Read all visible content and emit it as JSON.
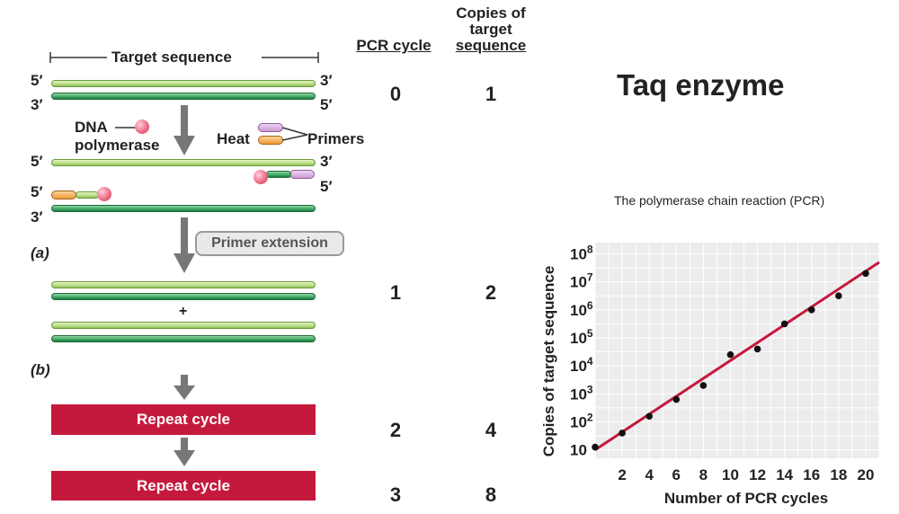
{
  "diagram": {
    "target_sequence_label": "Target sequence",
    "five_prime": "5′",
    "three_prime": "3′",
    "dna_polymerase_line1": "DNA",
    "dna_polymerase_line2": "polymerase",
    "heat_label": "Heat",
    "primers_label": "Primers",
    "panel_a": "(a)",
    "panel_b": "(b)",
    "primer_extension": "Primer extension",
    "plus": "+",
    "repeat_cycle_1": "Repeat cycle",
    "repeat_cycle_2": "Repeat cycle"
  },
  "table": {
    "col_pcr_cycle": "PCR cycle",
    "col_copies_line1": "Copies of",
    "col_copies_line2": "target",
    "col_copies_line3": "sequence",
    "rows": [
      {
        "cycle": "0",
        "copies": "1"
      },
      {
        "cycle": "1",
        "copies": "2"
      },
      {
        "cycle": "2",
        "copies": "4"
      },
      {
        "cycle": "3",
        "copies": "8"
      }
    ]
  },
  "heading": "Taq enzyme",
  "chart_caption": "The polymerase chain reaction (PCR)",
  "colors": {
    "repeat_red": "#c4193d",
    "fit_line": "#c4193d",
    "grid_bg": "#ececec"
  },
  "chart_data": {
    "type": "scatter",
    "title": "",
    "xlabel": "Number of PCR cycles",
    "ylabel": "Copies of target sequence",
    "x_ticks": [
      "2",
      "4",
      "6",
      "8",
      "10",
      "12",
      "14",
      "16",
      "18",
      "20"
    ],
    "y_ticks": [
      "10",
      "10^2",
      "10^3",
      "10^4",
      "10^5",
      "10^6",
      "10^7",
      "10^8"
    ],
    "y_scale": "log",
    "xlim": [
      0,
      21
    ],
    "ylim_exp": [
      0.7,
      8.4
    ],
    "grid": true,
    "points": [
      {
        "x": 0,
        "y_exp": 1.1
      },
      {
        "x": 2,
        "y_exp": 1.6
      },
      {
        "x": 4,
        "y_exp": 2.2
      },
      {
        "x": 6,
        "y_exp": 2.8
      },
      {
        "x": 8,
        "y_exp": 3.3
      },
      {
        "x": 10,
        "y_exp": 4.4
      },
      {
        "x": 12,
        "y_exp": 4.6
      },
      {
        "x": 14,
        "y_exp": 5.5
      },
      {
        "x": 16,
        "y_exp": 6.0
      },
      {
        "x": 18,
        "y_exp": 6.5
      },
      {
        "x": 20,
        "y_exp": 7.3
      }
    ],
    "fit_line": {
      "x": [
        0,
        21
      ],
      "y_exp": [
        1.0,
        7.7
      ]
    }
  }
}
